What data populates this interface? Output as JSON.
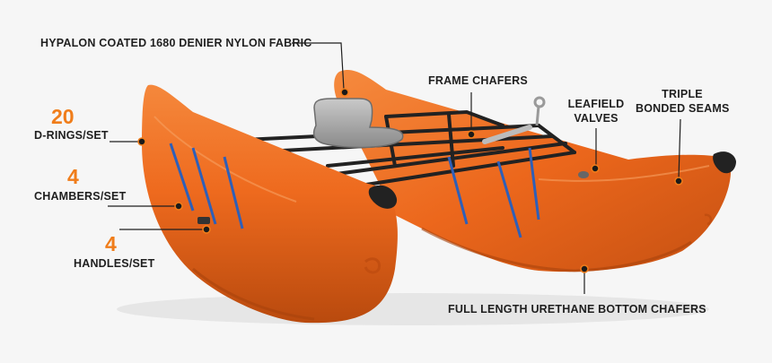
{
  "callouts": {
    "fabric": "HYPALON COATED 1680 DENIER NYLON FABRIC",
    "dRings": {
      "count": "20",
      "label": "D-RINGS/SET"
    },
    "chambers": {
      "count": "4",
      "label": "CHAMBERS/SET"
    },
    "handles": {
      "count": "4",
      "label": "HANDLES/SET"
    },
    "frameChafers": "FRAME CHAFERS",
    "leafieldValves": [
      "LEAFIELD",
      "VALVES"
    ],
    "tripleSeams": [
      "TRIPLE",
      "BONDED SEAMS"
    ],
    "bottomChafers": "FULL LENGTH URETHANE BOTTOM CHAFERS"
  },
  "colors": {
    "pontoon": "#ee6a1e",
    "pontoonDark": "#c24e10",
    "frame": "#222222",
    "strap": "#2e5fb8",
    "accent": "#f07d1a",
    "leader": "#1f1f1f"
  }
}
